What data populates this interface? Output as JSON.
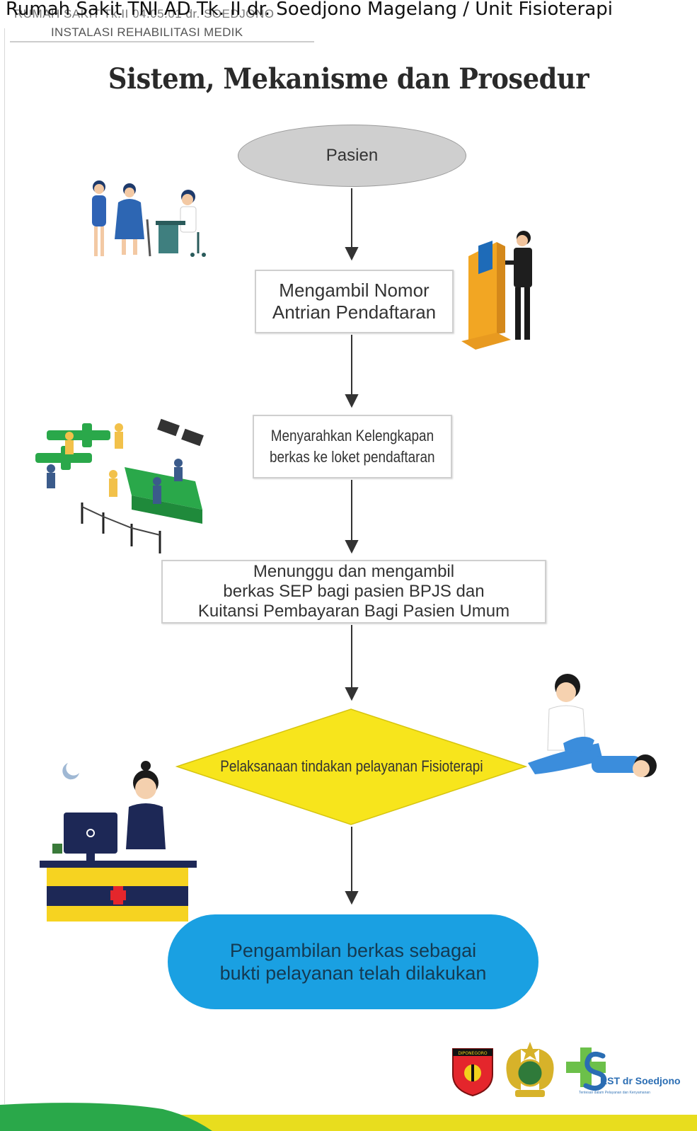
{
  "overlay_title": "Rumah Sakit TNI AD Tk. II dr. Soedjono Magelang / Unit Fisioterapi",
  "header": {
    "faded_line": "RUMAH SAKIT Tk.II 04.05.01 dr. SOEDJONO",
    "sub_line": "INSTALASI REHABILITASI MEDIK"
  },
  "title": "Sistem, Mekanisme dan Prosedur",
  "flow": {
    "start": "Pasien",
    "step1": [
      "Mengambil Nomor",
      "Antrian Pendaftaran"
    ],
    "step2": [
      "Menyarahkan Kelengkapan",
      "berkas ke loket pendaftaran"
    ],
    "step3": [
      "Menunggu dan mengambil",
      "berkas SEP bagi pasien BPJS dan",
      "Kuitansi Pembayaran Bagi Pasien Umum"
    ],
    "decision": "Pelaksanaan tindakan pelayanan Fisioterapi",
    "end": [
      "Pengambilan berkas sebagai",
      "bukti pelayanan telah dilakukan"
    ]
  },
  "footer": {
    "logo_text": "RST dr Soedjono",
    "logo_tagline": "Tentesan dalam Pelayanan dan Kenyamanan",
    "badge_text": "DIPONEGORO"
  },
  "colors": {
    "ellipse": "#cfcfcf",
    "diamond": "#f7e51c",
    "pill": "#1aa0e2",
    "band_green": "#2aa84a",
    "band_yellow": "#e8dd1e"
  }
}
